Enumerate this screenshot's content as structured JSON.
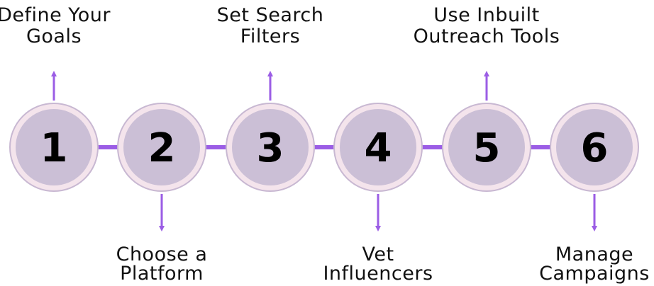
{
  "colors": {
    "accent": "#9b5de5",
    "circle_fill": "#cbbfd6",
    "circle_ring": "#f4e4ec",
    "circle_outline": "#c8b8d2",
    "text": "#111111"
  },
  "steps": [
    {
      "number": "1",
      "label_lines": [
        "Define Your",
        "Goals"
      ],
      "position": "top"
    },
    {
      "number": "2",
      "label_lines": [
        "Choose a",
        "Platform"
      ],
      "position": "bottom"
    },
    {
      "number": "3",
      "label_lines": [
        "Set Search",
        "Filters"
      ],
      "position": "top"
    },
    {
      "number": "4",
      "label_lines": [
        "Vet",
        "Influencers"
      ],
      "position": "bottom"
    },
    {
      "number": "5",
      "label_lines": [
        "Use Inbuilt",
        "Outreach Tools"
      ],
      "position": "top"
    },
    {
      "number": "6",
      "label_lines": [
        "Manage",
        "Campaigns"
      ],
      "position": "bottom"
    }
  ]
}
